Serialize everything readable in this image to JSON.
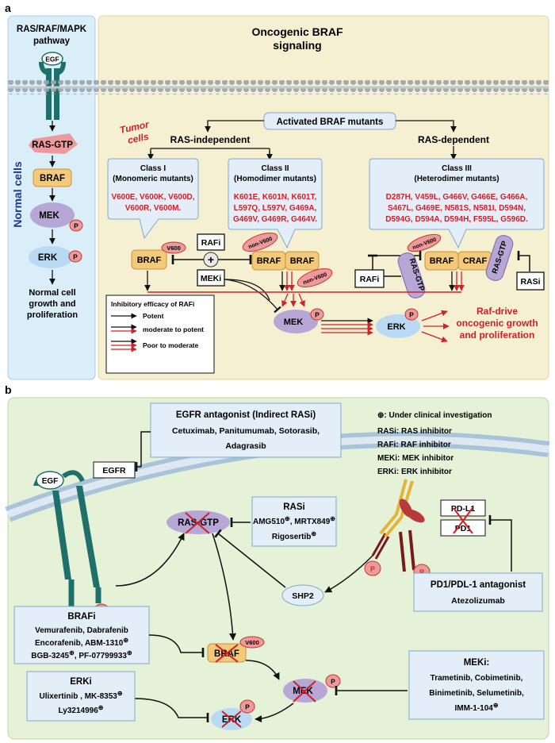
{
  "panel_a": {
    "letter": "a",
    "left_title_1": "RAS/RAF/MAPK",
    "left_title_2": "pathway",
    "egf": "EGF",
    "side_label": "Normal cells",
    "ras_gtp": "RAS-GTP",
    "braf": "BRAF",
    "mek": "MEK",
    "erk": "ERK",
    "p": "P",
    "growth_1": "Normal cell",
    "growth_2": "growth and",
    "growth_3": "proliferation",
    "right_title_1": "Oncogenic BRAF",
    "right_title_2": "signaling",
    "activated": "Activated BRAF mutants",
    "tumor_1": "Tumor",
    "tumor_2": "cells",
    "ras_independent": "RAS-independent",
    "ras_dependent": "RAS-dependent",
    "class1_title": "Class I",
    "class1_sub": "(Monomeric mutants)",
    "class1_mut_1": "V600E, V600K, V600D,",
    "class1_mut_2": "V600R, V600M.",
    "class2_title": "Class II",
    "class2_sub": "(Homodimer mutants)",
    "class2_mut_1": "K601E, K601N, K601T,",
    "class2_mut_2": "L597Q, L597V, G469A,",
    "class2_mut_3": "G469V, G469R, G464V.",
    "class3_title": "Class III",
    "class3_sub": "(Heterodimer mutants)",
    "class3_mut_1": "D287H, V459L, G466V, G466E, G466A,",
    "class3_mut_2": "S467L, G469E, N581S, N581I, D594N,",
    "class3_mut_3": "D594G, D594A, D594H, F595L, G596D.",
    "v600": "V600",
    "non_v600": "non-V600",
    "crаf": "CRAF",
    "rafi": "RAFi",
    "meki": "MEKi",
    "rasi": "RASi",
    "plus": "+",
    "legend_title": "Inhibitory efficacy of RAFi",
    "legend_1": "Potent",
    "legend_2": "moderate to potent",
    "legend_3": "Poor to moderate",
    "raf_drive_1": "Raf-drive",
    "raf_drive_2": "oncogenic growth",
    "raf_drive_3": "and proliferation"
  },
  "panel_b": {
    "letter": "b",
    "egfr_box_title": "EGFR antagonist (Indirect RASi)",
    "egfr_box_drugs_1": "Cetuximab, Panitumumab, Sotorasib,",
    "egfr_box_drugs_2": "Adagrasib",
    "egfr": "EGFR",
    "egf": "EGF",
    "key_1": "⊕: Under clinical investigation",
    "key_2": "RASi: RAS inhibitor",
    "key_3": "RAFi: RAF inhibitor",
    "key_4": "MEKi: MEK inhibitor",
    "key_5": "ERKi: ERK inhibitor",
    "ras_gtp": "RAS-GTP",
    "rasi_title": "RASi",
    "rasi_1": "AMG510",
    "rasi_2": "MRTX849",
    "rasi_3": "Rigosertib",
    "pdl1": "PD-L1",
    "pd1": "PD1",
    "shp2": "SHP2",
    "pd_box_title": "PD1/PDL-1 antagonist",
    "pd_box_drug": "Atezolizumab",
    "brafi_title": "BRAFi",
    "brafi_1": "Vemurafenib, Dabrafenib",
    "brafi_2": "Encorafenib, ABM-1310",
    "brafi_3": "BGB-3245",
    "brafi_4": "PF-07799933",
    "braf": "BRAF",
    "v600": "V600",
    "mek": "MEK",
    "erk": "ERK",
    "p": "P",
    "erki_title": "ERKi",
    "erki_1": "Ulixertinib , MK-8353",
    "erki_2": "Ly3214996",
    "meki_title": "MEKi:",
    "meki_1": "Trametinib, Cobimetinib,",
    "meki_2": "Binimetinib, Selumetinib,",
    "meki_3": "IMM-1-104",
    "circ_plus": "⊕"
  },
  "colors": {
    "red": "#d0202a",
    "panel_a_bg": "#f6f0d2",
    "left_bg": "#d9eef8",
    "panel_b_bg": "#e6f2d8",
    "braf": "#f3c97a",
    "mek": "#b7a7d6",
    "erk": "#b9daf2",
    "ras": "#ee9a9c",
    "teal": "#1f6f6a"
  }
}
